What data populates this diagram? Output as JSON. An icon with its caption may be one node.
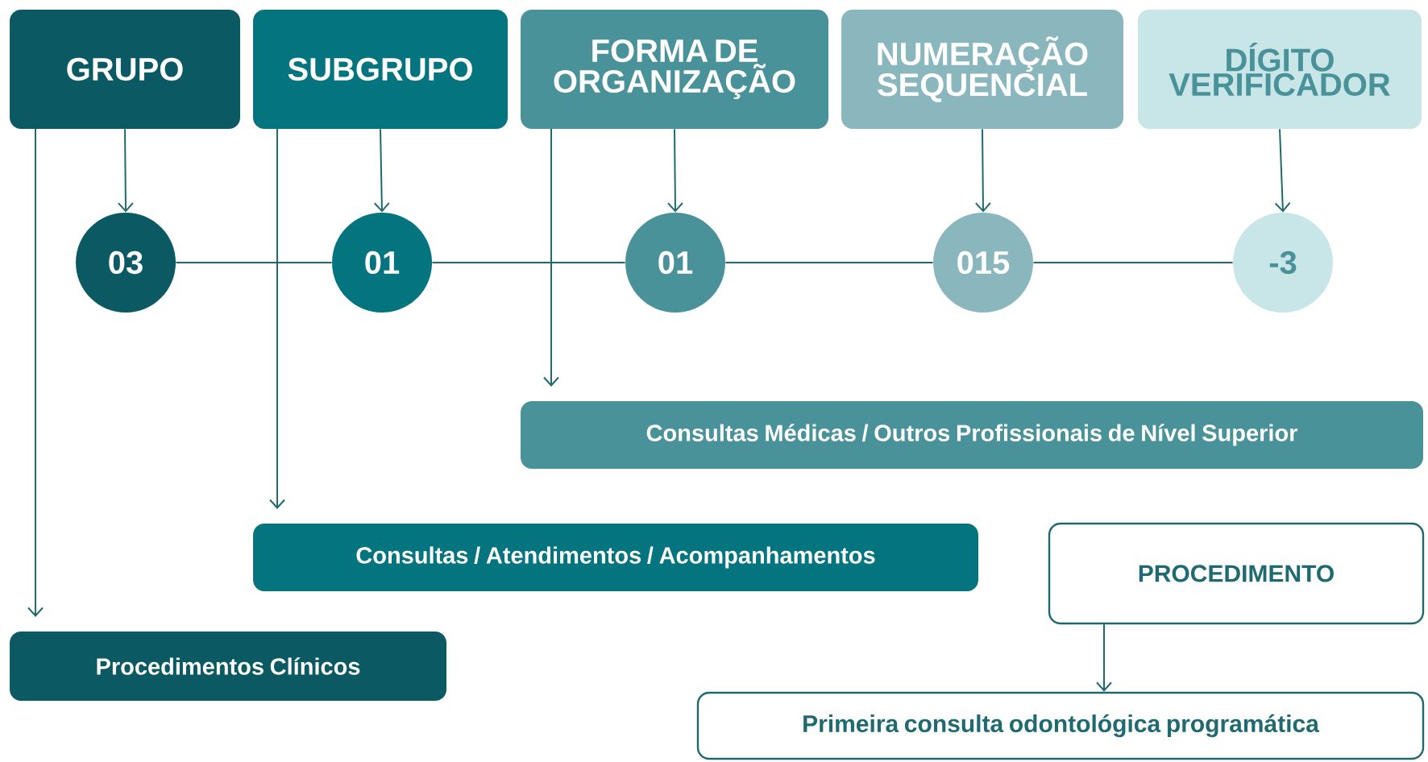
{
  "diagram": {
    "nodes": [
      {
        "text": [
          "GRUPO"
        ]
      },
      {
        "text": [
          "SUBGRUPO"
        ]
      },
      {
        "text": [
          "FORMA DE ORGANIZAÇÃO"
        ]
      },
      {
        "text": [
          "NUMERAÇÃO SEQUENCIAL"
        ]
      },
      {
        "text": [
          "DÍGITO VERIFICADOR"
        ]
      },
      {
        "text": [
          "03"
        ]
      },
      {
        "text": [
          "01"
        ]
      },
      {
        "text": [
          "01"
        ]
      },
      {
        "text": [
          "015"
        ]
      },
      {
        "text": [
          "-3"
        ]
      },
      {
        "text": [
          "Consultas Médicas / Outros Profissionais de Nível Superior"
        ]
      },
      {
        "text": [
          "Consultas / Atendimentos / Acompanhamentos"
        ]
      },
      {
        "text": [
          "Procedimentos Clínicos"
        ]
      },
      {
        "text": [
          "PROCEDIMENTO"
        ]
      },
      {
        "text": [
          "Primeira consulta odontológica programática"
        ]
      }
    ],
    "edges": [
      {
        "from": 0,
        "to": 5,
        "arrow": "to"
      },
      {
        "from": 1,
        "to": 6,
        "arrow": "to"
      },
      {
        "from": 2,
        "to": 7,
        "arrow": "to"
      },
      {
        "from": 3,
        "to": 8,
        "arrow": "to"
      },
      {
        "from": 4,
        "to": 9,
        "arrow": "to"
      },
      {
        "from": 5,
        "to": 6,
        "arrow": "none"
      },
      {
        "from": 6,
        "to": 7,
        "arrow": "none"
      },
      {
        "from": 7,
        "to": 8,
        "arrow": "none"
      },
      {
        "from": 8,
        "to": 9,
        "arrow": "none"
      },
      {
        "from": 2,
        "to": 10,
        "arrow": "to"
      },
      {
        "from": 1,
        "to": 11,
        "arrow": "to"
      },
      {
        "from": 0,
        "to": 12,
        "arrow": "to"
      },
      {
        "from": 13,
        "to": 14,
        "arrow": "to"
      }
    ]
  }
}
